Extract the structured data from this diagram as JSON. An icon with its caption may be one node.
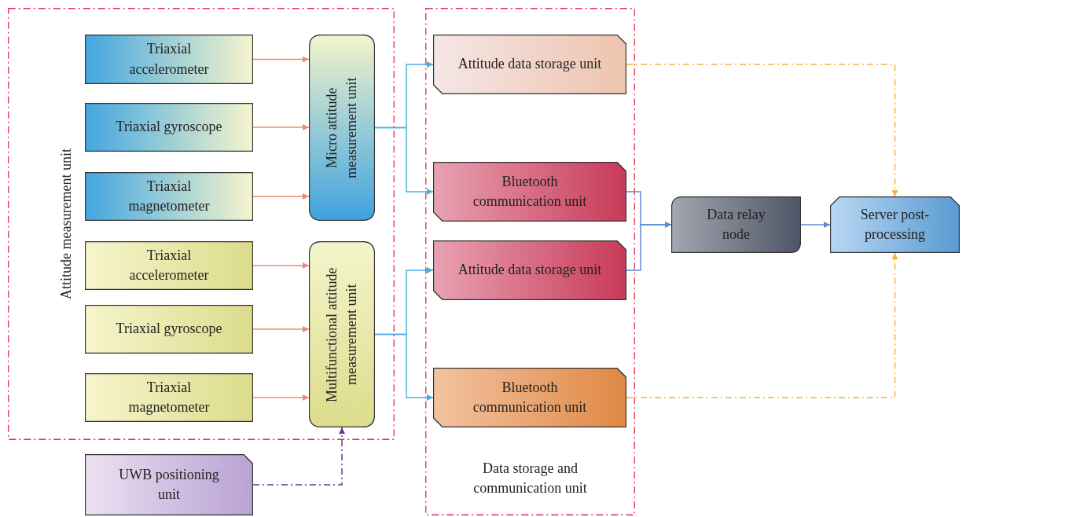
{
  "diagram": {
    "nodes": [
      {
        "text": [
          "Attitude measurement unit"
        ]
      },
      {
        "text": [
          "Triaxial accelerometer"
        ],
        "in": 0
      },
      {
        "text": [
          "Triaxial gyroscope"
        ],
        "in": 0
      },
      {
        "text": [
          "Triaxial magnetometer"
        ],
        "in": 0
      },
      {
        "text": [
          "Micro attitude measurement unit"
        ],
        "in": 0
      },
      {
        "text": [
          "Triaxial accelerometer"
        ],
        "in": 0
      },
      {
        "text": [
          "Triaxial gyroscope"
        ],
        "in": 0
      },
      {
        "text": [
          "Triaxial magnetometer"
        ],
        "in": 0
      },
      {
        "text": [
          "Multifunctional attitude measurement unit"
        ],
        "in": 0
      },
      {
        "text": [
          "Data storage and communication unit"
        ]
      },
      {
        "text": [
          "Attitude data storage unit"
        ],
        "in": 9
      },
      {
        "text": [
          "Bluetooth communication unit"
        ],
        "in": 9
      },
      {
        "text": [
          "Attitude data storage unit"
        ],
        "in": 9
      },
      {
        "text": [
          "Bluetooth communication unit"
        ],
        "in": 9
      },
      {
        "text": [
          "Data relay node"
        ]
      },
      {
        "text": [
          "Server post-processing"
        ]
      },
      {
        "text": [
          "UWB positioning unit"
        ]
      }
    ],
    "edges": [
      {
        "from": 1,
        "to": 4,
        "arrow": "to"
      },
      {
        "from": 2,
        "to": 4,
        "arrow": "to"
      },
      {
        "from": 3,
        "to": 4,
        "arrow": "to"
      },
      {
        "from": 5,
        "to": 8,
        "arrow": "to"
      },
      {
        "from": 6,
        "to": 8,
        "arrow": "to"
      },
      {
        "from": 7,
        "to": 8,
        "arrow": "to"
      },
      {
        "from": 4,
        "to": 10,
        "arrow": "to",
        "color": "#4aaee6"
      },
      {
        "from": 4,
        "to": 11,
        "arrow": "to",
        "color": "#4aaee6"
      },
      {
        "from": 8,
        "to": 12,
        "arrow": "to",
        "color": "#4aaee6"
      },
      {
        "from": 8,
        "to": 13,
        "arrow": "to",
        "color": "#4aaee6"
      },
      {
        "from": 11,
        "to": 14,
        "arrow": "to",
        "color": "#5b8dd6"
      },
      {
        "from": 12,
        "to": 14,
        "arrow": "to",
        "color": "#5b8dd6"
      },
      {
        "from": 14,
        "to": 15,
        "arrow": "to",
        "color": "#5b8dd6"
      },
      {
        "from": 10,
        "to": 15,
        "arrow": "to",
        "style": "dashed",
        "color": "#f9b040"
      },
      {
        "from": 13,
        "to": 15,
        "arrow": "to",
        "style": "dashed",
        "color": "#f9b040"
      },
      {
        "from": 16,
        "to": 8,
        "arrow": "to",
        "style": "dashed",
        "color": "#7030a0"
      }
    ]
  }
}
